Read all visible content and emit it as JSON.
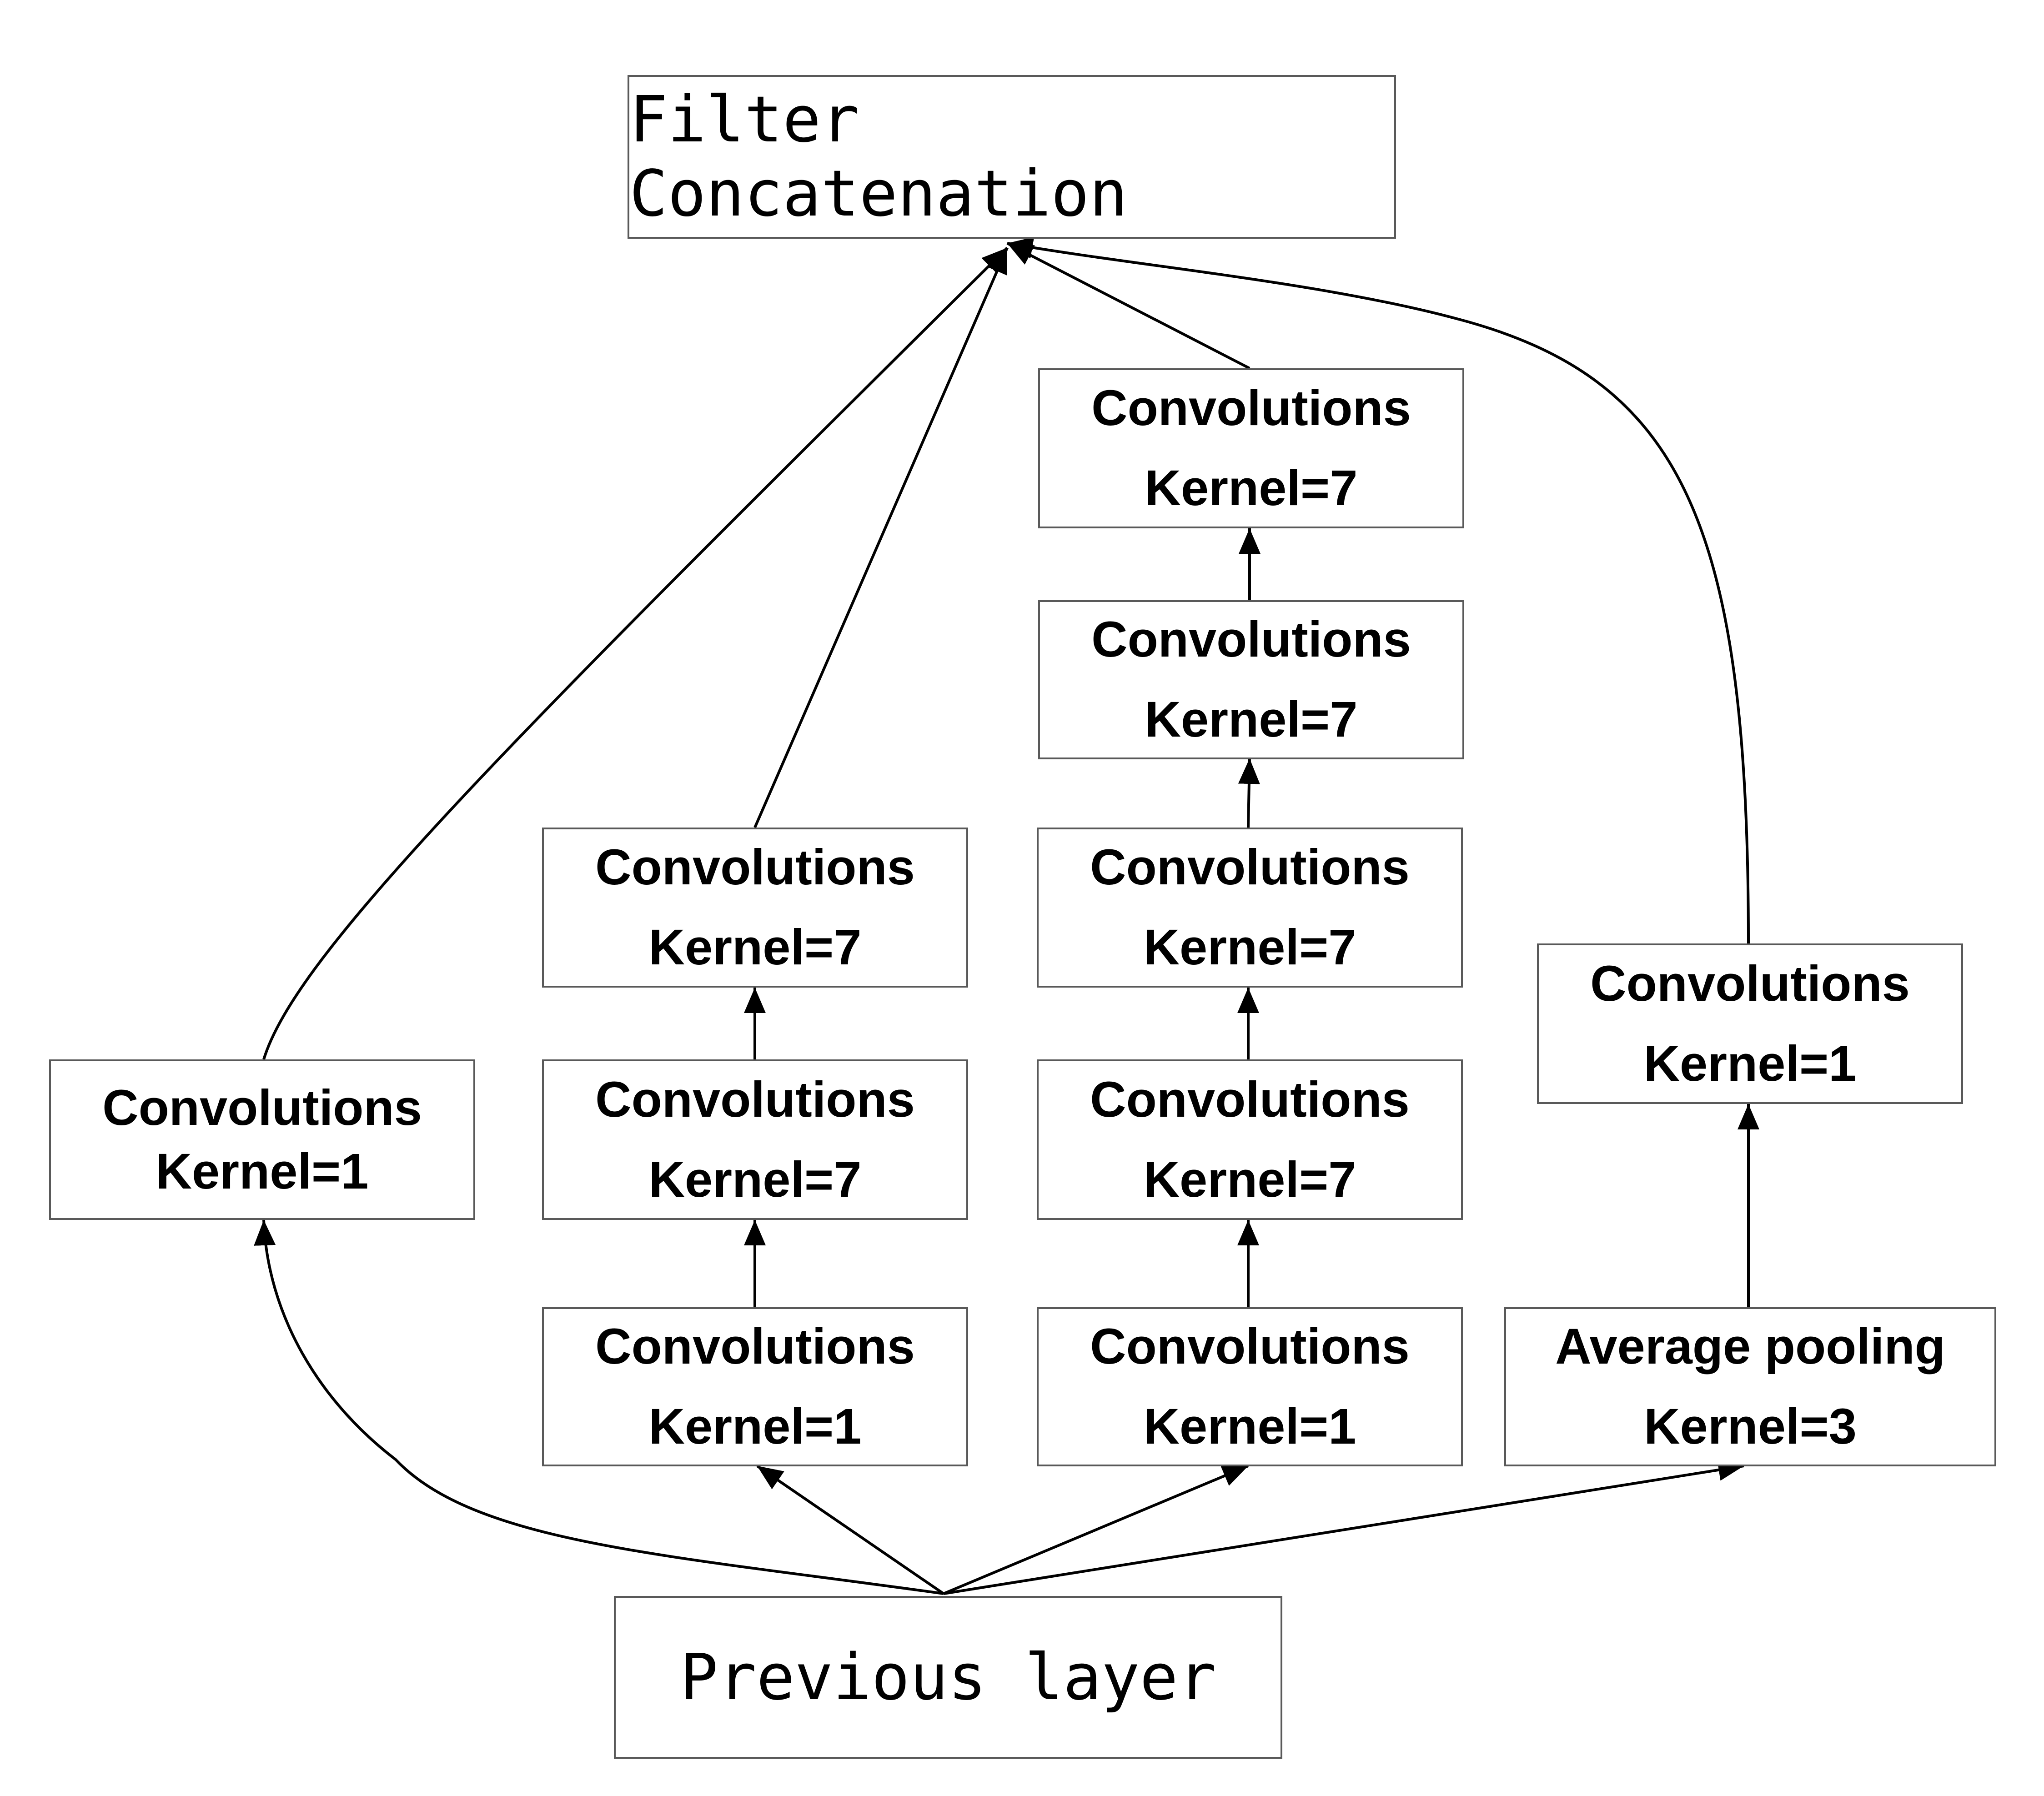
{
  "nodes": {
    "filter_concat": {
      "label": "Filter Concatenation"
    },
    "previous_layer": {
      "label": "Previous layer"
    },
    "b1_conv_k1": {
      "line1": "Convolutions",
      "line2": "Kernel=1"
    },
    "b2_conv_k1": {
      "line1": "Convolutions",
      "line2": "Kernel=1"
    },
    "b2_conv_k7_a": {
      "line1": "Convolutions",
      "line2": "Kernel=7"
    },
    "b2_conv_k7_b": {
      "line1": "Convolutions",
      "line2": "Kernel=7"
    },
    "b3_conv_k1": {
      "line1": "Convolutions",
      "line2": "Kernel=1"
    },
    "b3_conv_k7_a": {
      "line1": "Convolutions",
      "line2": "Kernel=7"
    },
    "b3_conv_k7_b": {
      "line1": "Convolutions",
      "line2": "Kernel=7"
    },
    "b3_conv_k7_c": {
      "line1": "Convolutions",
      "line2": "Kernel=7"
    },
    "b3_conv_k7_d": {
      "line1": "Convolutions",
      "line2": "Kernel=7"
    },
    "b4_avg_pool": {
      "line1": "Average pooling",
      "line2": "Kernel=3"
    },
    "b4_conv_k1": {
      "line1": "Convolutions",
      "line2": "Kernel=1"
    }
  },
  "colors": {
    "box_border": "#595959",
    "arrow": "#000000",
    "text": "#000000"
  }
}
